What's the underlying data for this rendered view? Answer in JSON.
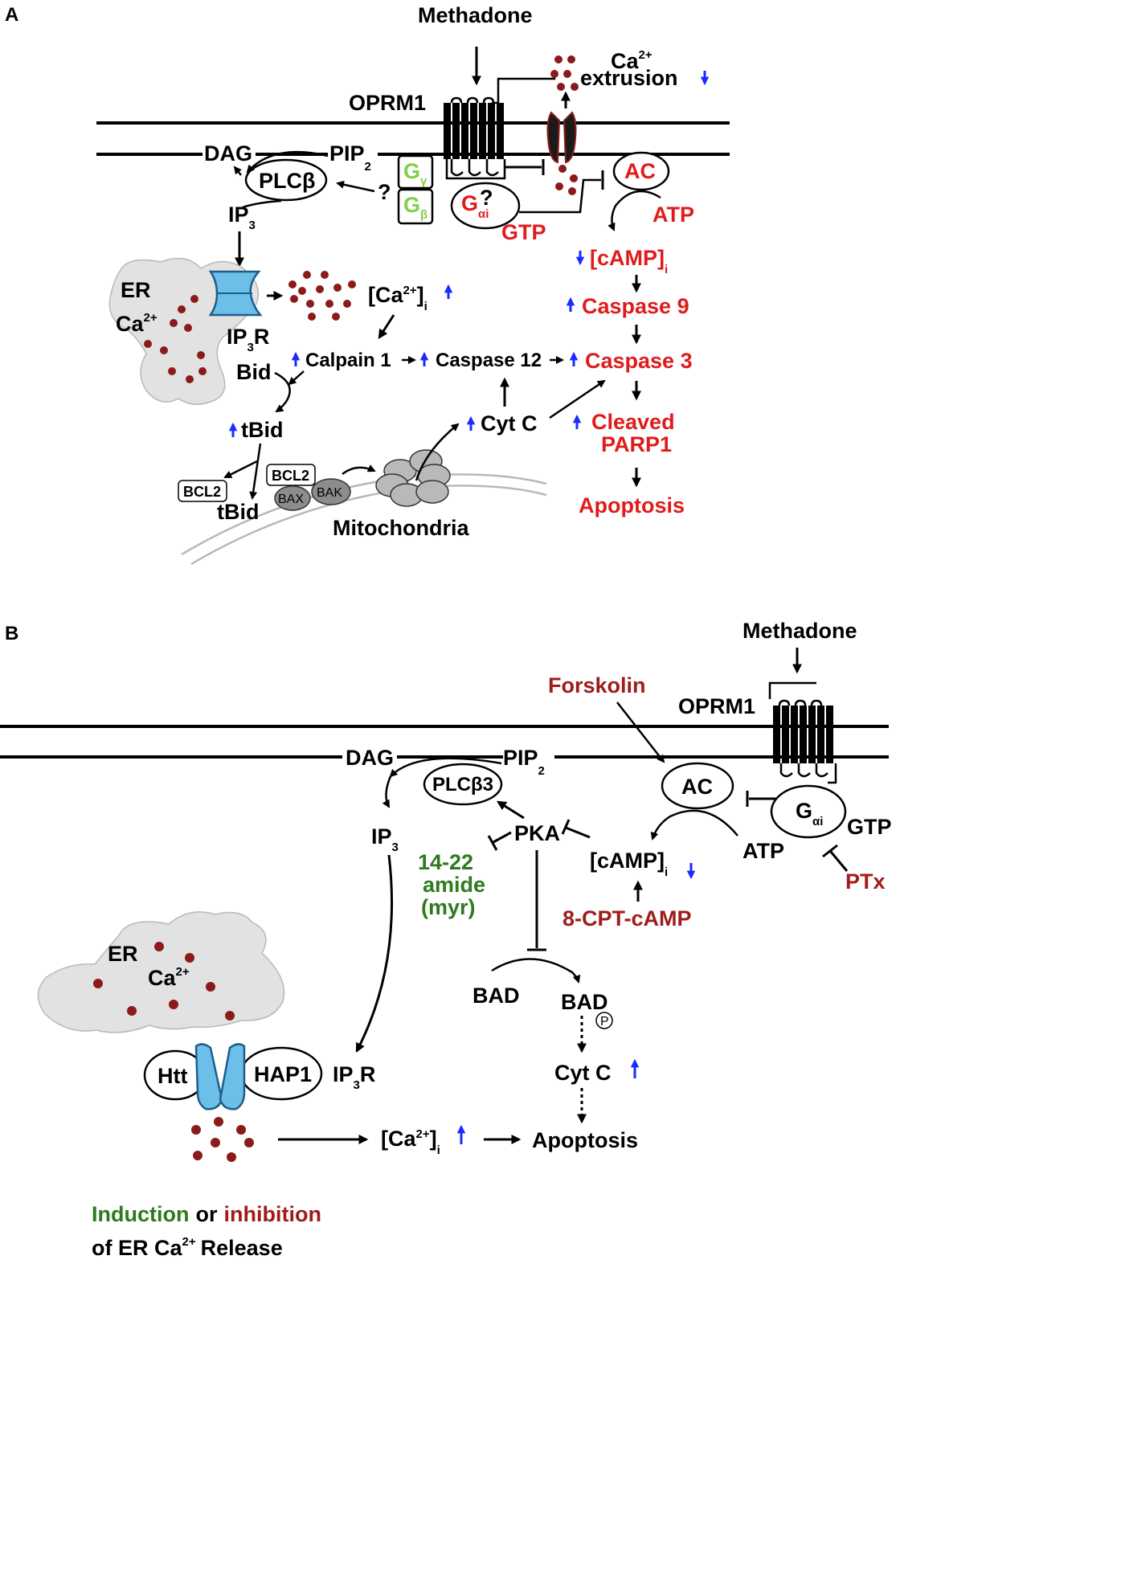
{
  "colors": {
    "pathway_red": "#e01b1b",
    "inhibitor_dark_red": "#a01c1c",
    "inducer_green": "#2e7a1e",
    "g_subunit_green": "#7fd04a",
    "increase_decrease_arrow_blue": "#1a2bff",
    "calcium_dot": "#8b1a1a",
    "ip3r_channel_blue": "#6bbfe8",
    "er_gray": "#e2e2e2"
  },
  "panel_a": {
    "label": "A",
    "methadone": "Methadone",
    "oprm1": "OPRM1",
    "ca_extrusion_ca": "Ca",
    "ca_extrusion_charge": "2+",
    "ca_extrusion_text": "extrusion",
    "dag": "DAG",
    "pip": "PIP",
    "pip_sub": "2",
    "plcb": "PLCβ",
    "question": "?",
    "g_gamma": "G",
    "g_gamma_sub": "γ",
    "g_beta": "G",
    "g_beta_sub": "β",
    "g_alpha": "G",
    "g_alpha_sub": "αi",
    "g_alpha_question": "?",
    "gtp": "GTP",
    "ac": "AC",
    "atp": "ATP",
    "ip3": "IP",
    "ip3_sub": "3",
    "camp": "[cAMP]",
    "camp_sub": "i",
    "er": "ER",
    "er_ca": "Ca",
    "er_ca_charge": "2+",
    "ip3r": "IP",
    "ip3r_sub": "3",
    "ip3r_r": "R",
    "ca_i": "[Ca",
    "ca_i_charge": "2+",
    "ca_i_close": "]",
    "ca_i_sub": "i",
    "caspase9": "Caspase 9",
    "calpain1": "Calpain 1",
    "caspase12": "Caspase 12",
    "caspase3": "Caspase 3",
    "bid": "Bid",
    "tbid": "tBid",
    "cytc": "Cyt C",
    "cleaved": "Cleaved",
    "parp1": "PARP1",
    "bcl2_a": "BCL2",
    "bcl2_b": "BCL2",
    "bax": "BAX",
    "bak": "BAK",
    "tbid_low": "tBid",
    "mitochondria": "Mitochondria",
    "apoptosis": "Apoptosis"
  },
  "panel_b": {
    "label": "B",
    "methadone": "Methadone",
    "forskolin": "Forskolin",
    "oprm1": "OPRM1",
    "dag": "DAG",
    "pip": "PIP",
    "pip_sub": "2",
    "plcb3": "PLCβ3",
    "ac": "AC",
    "g_alpha": "G",
    "g_alpha_sub": "αi",
    "gtp": "GTP",
    "ip3": "IP",
    "ip3_sub": "3",
    "pka": "PKA",
    "atp": "ATP",
    "camp": "[cAMP]",
    "camp_sub": "i",
    "ptx": "PTx",
    "amide_1": "14-22",
    "amide_2": "amide",
    "amide_3": "(myr)",
    "cpt_camp": "8-CPT-cAMP",
    "er": "ER",
    "er_ca": "Ca",
    "er_ca_charge": "2+",
    "bad": "BAD",
    "bad_p": "BAD",
    "phospho": "P",
    "htt": "Htt",
    "hap1": "HAP1",
    "ip3r": "IP",
    "ip3r_sub": "3",
    "ip3r_r": "R",
    "cytc": "Cyt C",
    "ca_i": "[Ca",
    "ca_i_charge": "2+",
    "ca_i_close": "]",
    "ca_i_sub": "i",
    "apoptosis": "Apoptosis"
  },
  "legend": {
    "induction": "Induction",
    "or": "or",
    "inhibition": "inhibition",
    "line2_prefix": "of ER Ca",
    "line2_charge": "2+",
    "line2_suffix": "Release"
  }
}
